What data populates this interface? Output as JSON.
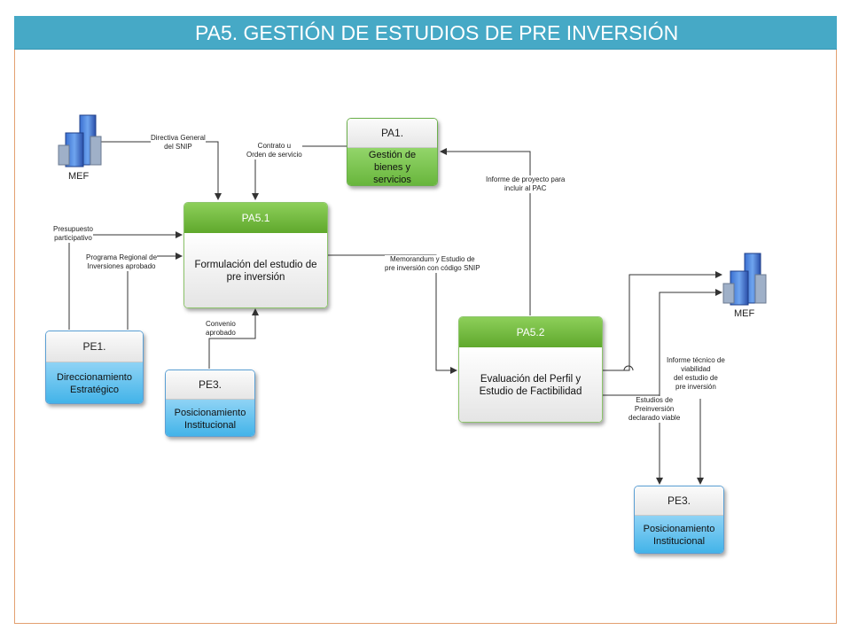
{
  "title": "PA5. GESTIÓN DE ESTUDIOS DE PRE INVERSIÓN",
  "colors": {
    "title_bar": "#46a9c6",
    "frame_border": "#e3a070",
    "green_header": "#6fb83a",
    "blue_body": "#4fb9ec"
  },
  "mef_icons": [
    {
      "label": "MEF",
      "icon": "buildings-icon"
    },
    {
      "label": "MEF",
      "icon": "buildings-icon"
    }
  ],
  "boxes": {
    "pa1": {
      "code": "PA1.",
      "name": "Gestión de bienes y servicios"
    },
    "pa5_1": {
      "code": "PA5.1",
      "name": "Formulación del estudio de pre inversión"
    },
    "pa5_2": {
      "code": "PA5.2",
      "name": "Evaluación del Perfil y Estudio de Factibilidad"
    },
    "pe1": {
      "code": "PE1.",
      "name": "Direccionamiento Estratégico"
    },
    "pe3_left": {
      "code": "PE3.",
      "name": "Posicionamiento Institucional"
    },
    "pe3_right": {
      "code": "PE3.",
      "name": "Posicionamiento Institucional"
    }
  },
  "flows": {
    "directiva": "Directiva General\ndel SNIP",
    "contrato": "Contrato u\nOrden de servicio",
    "informe_pac": "Informe de proyecto para\nincluir al PAC",
    "presupuesto": "Presupuesto\nparticipativo",
    "programa": "Programa Regional de\nInversiones aprobado",
    "memorandum": "Memorandum y Estudio de\npre inversión con código SNIP",
    "convenio": "Convenio\naprobado",
    "informe_tecnico": "Informe técnico de\nviabilidad\ndel estudio de\npre inversión",
    "estudios": "Estudios de\nPreinversión\ndeclarado viable"
  }
}
